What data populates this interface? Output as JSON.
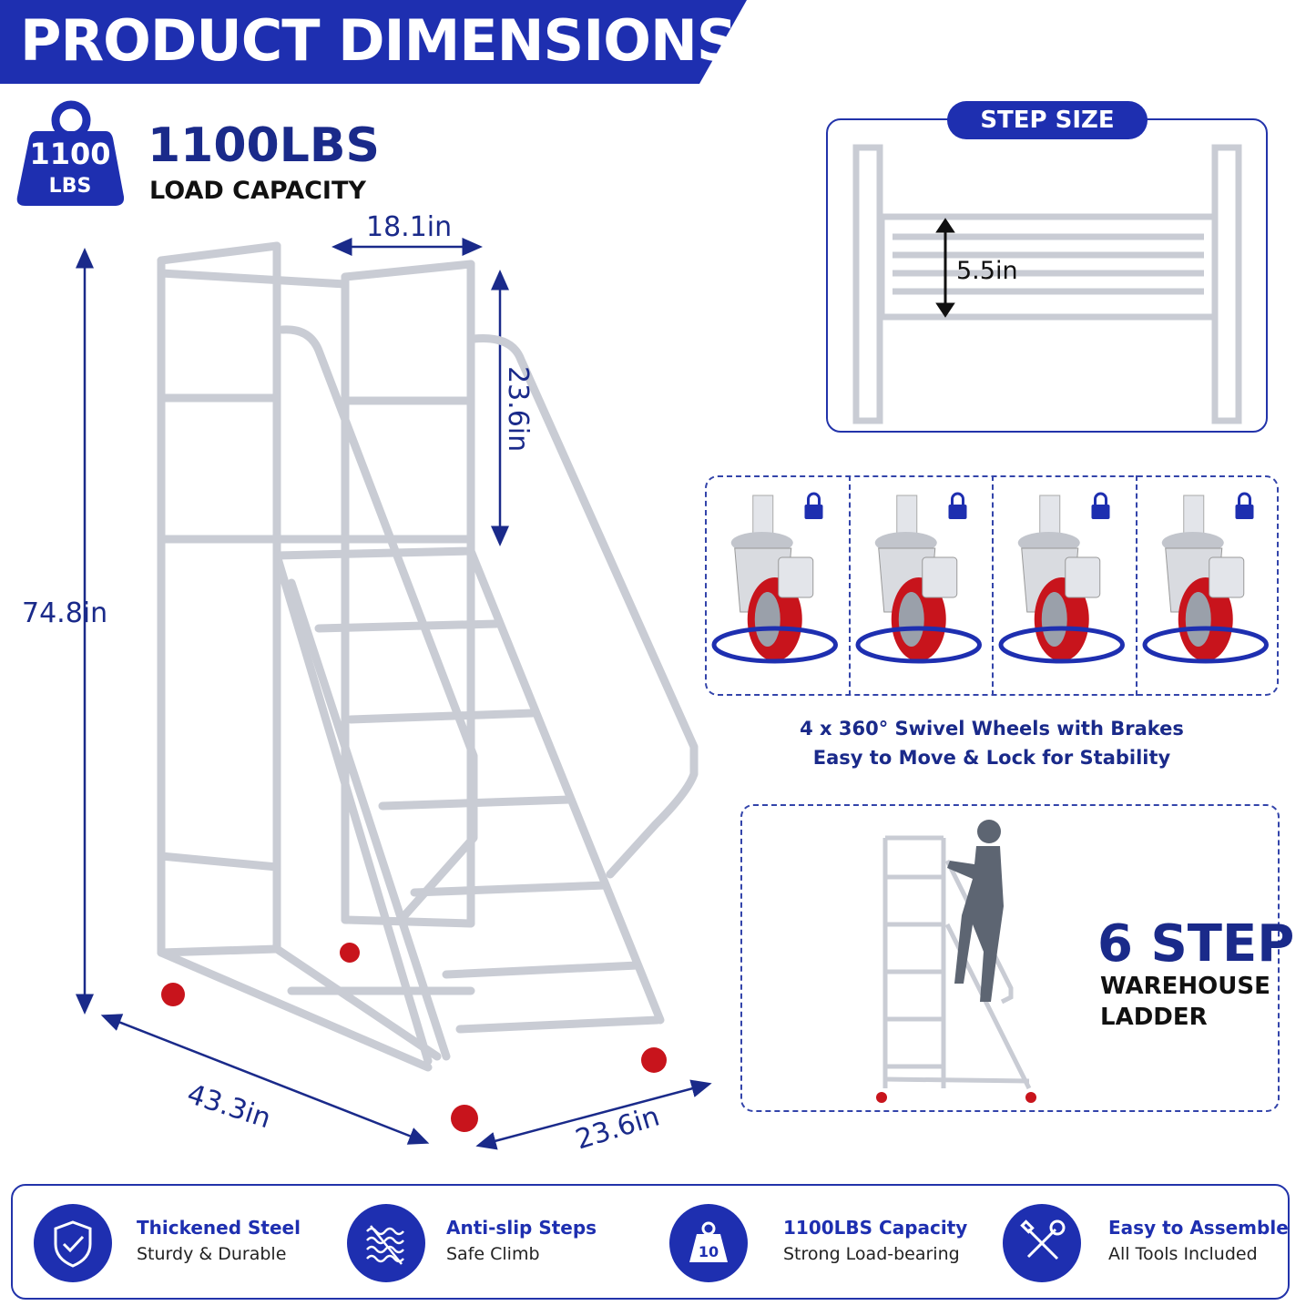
{
  "header": {
    "title": "PRODUCT DIMENSIONS"
  },
  "load": {
    "badge_number": "1100",
    "badge_unit": "LBS",
    "big": "1100LBS",
    "label": "LOAD CAPACITY"
  },
  "dimensions": {
    "top_width": "18.1in",
    "height": "74.8in",
    "rail_height": "23.6in",
    "depth": "43.3in",
    "width": "23.6in"
  },
  "step_size": {
    "title": "STEP SIZE",
    "measure": "5.5in"
  },
  "wheels": {
    "count_visible": 4,
    "line1": "4 x 360° Swivel Wheels with Brakes",
    "line2": "Easy to Move & Lock for Stability"
  },
  "ladder_type": {
    "count": "6 STEP",
    "line1": "WAREHOUSE",
    "line2": "LADDER"
  },
  "features": [
    {
      "icon": "shield-check-icon",
      "title": "Thickened Steel",
      "subtitle": "Sturdy & Durable"
    },
    {
      "icon": "anti-slip-waves-icon",
      "title": "Anti-slip Steps",
      "subtitle": "Safe Climb"
    },
    {
      "icon": "weight-icon",
      "icon_text": "10",
      "title": "1100LBS Capacity",
      "subtitle": "Strong Load-bearing"
    },
    {
      "icon": "tools-icon",
      "title": "Easy to Assemble",
      "subtitle": "All Tools Included"
    }
  ],
  "colors": {
    "brand_blue": "#1e2fb0",
    "dark_blue": "#1a2a8a",
    "wheel_red": "#c8141c"
  }
}
